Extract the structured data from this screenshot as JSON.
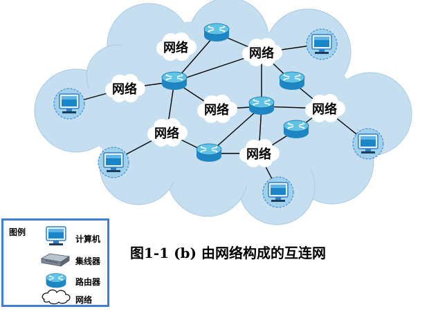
{
  "cloud_label": "网络",
  "caption": {
    "figure_no": "图1-1 (b) ",
    "title": "由网络构成的互连网"
  },
  "legend": {
    "title": "图例",
    "items": [
      {
        "icon": "computer-icon",
        "label": "计算机"
      },
      {
        "icon": "hub-icon",
        "label": "集线器"
      },
      {
        "icon": "router-icon",
        "label": "路由器"
      },
      {
        "icon": "cloud-icon",
        "label": "网络"
      }
    ]
  },
  "colors": {
    "background_cloud": "#c5dff0",
    "network_cloud": "#ffffff",
    "router_top": "#5fc3e6",
    "router_side": "#1f86c4",
    "computer_frame": "#2f7ec8",
    "computer_screen": "#1a86c8",
    "legend_border": "#3d7fd6",
    "link": "#000000"
  }
}
